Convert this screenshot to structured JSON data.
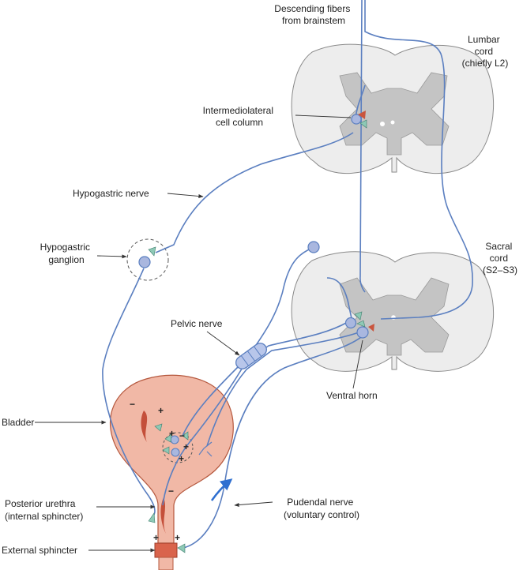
{
  "labels": {
    "descending": [
      "Descending fibers",
      "from brainstem"
    ],
    "lumbar": [
      "Lumbar",
      "cord",
      "(chiefly L2)"
    ],
    "iml": [
      "Intermediolateral",
      "cell column"
    ],
    "hypogastric_nerve": "Hypogastric nerve",
    "hypogastric_ganglion": [
      "Hypogastric",
      "ganglion"
    ],
    "sacral": [
      "Sacral",
      "cord",
      "(S2–S3)"
    ],
    "pelvic_nerve": "Pelvic nerve",
    "ventral_horn": "Ventral horn",
    "bladder": "Bladder",
    "posterior_urethra": [
      "Posterior urethra",
      "(internal sphincter)"
    ],
    "pudendal": [
      "Pudendal nerve",
      "(voluntary control)"
    ],
    "external_sphincter": "External sphincter"
  },
  "signs": {
    "plus": "+",
    "minus": "−"
  },
  "colors": {
    "nerve": "#5b7fc0",
    "cord_fill": "#ededed",
    "gray_matter": "#c4c4c4",
    "bladder": "#f1b8a6",
    "bladder_edge": "#b5583e",
    "muscle": "#c44f3a",
    "synapse_green": "#8ec9b6",
    "synapse_red": "#c9553e",
    "neuron_fill": "#a9b7df",
    "arrow_blue": "#2f6fd0"
  }
}
